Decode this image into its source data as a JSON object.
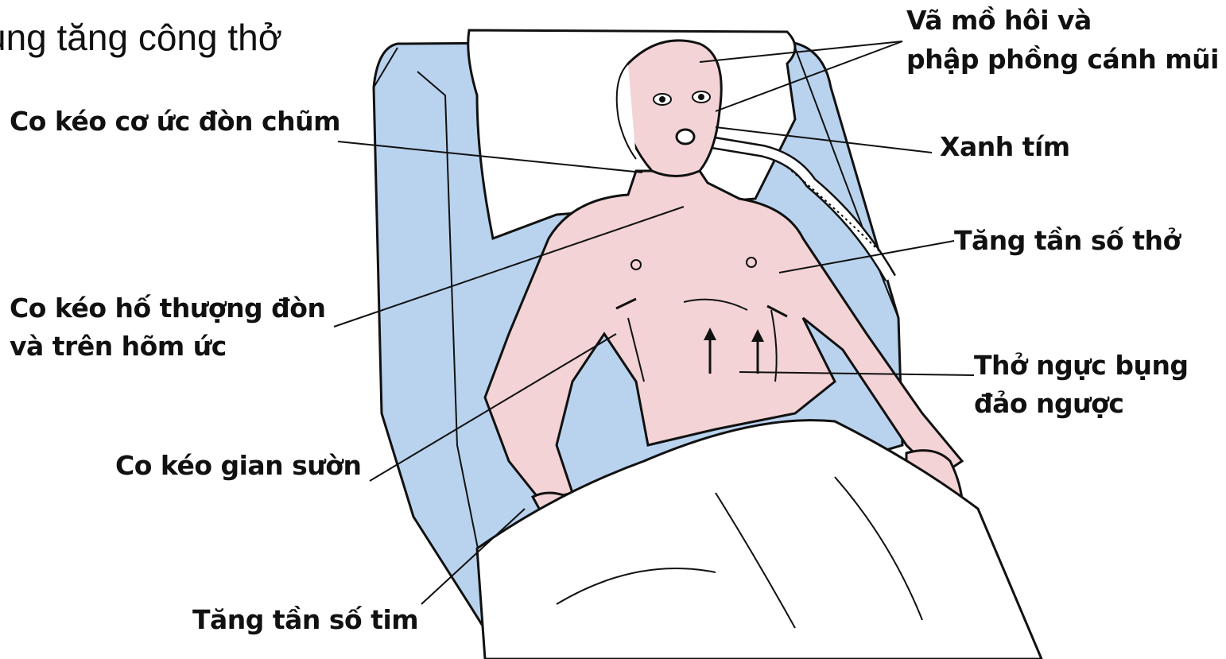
{
  "title": "ụng tăng công thở",
  "labels": {
    "sweat_line1": "Vã mồ hôi và",
    "sweat_line2": "phập phồng cánh mũi",
    "scm": "Co kéo cơ ức đòn chũm",
    "cyanosis": "Xanh tím",
    "resp_rate": "Tăng tần số thở",
    "supraclav_line1": "Co kéo hố thượng đòn",
    "supraclav_line2": "và trên hõm ức",
    "paradox_line1": "Thở ngực bụng",
    "paradox_line2": "đảo ngược",
    "intercostal": "Co kéo gian sườn",
    "heart_rate": "Tăng tần số tim"
  },
  "colors": {
    "skin": "#f3d3d5",
    "chair": "#b9d3ee",
    "chair_dark": "#8fb5de",
    "ink": "#111111"
  }
}
